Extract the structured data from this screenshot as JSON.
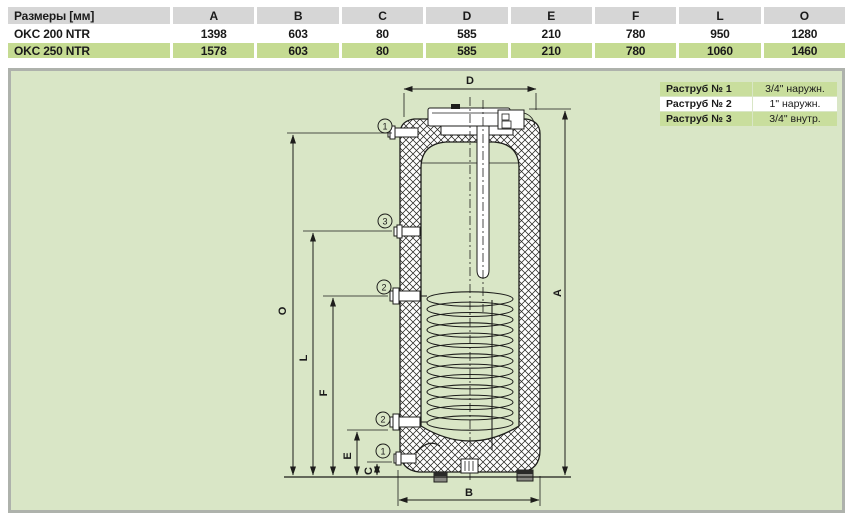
{
  "dimensions_table": {
    "title_cell": "Размеры [мм]",
    "header": [
      "A",
      "B",
      "C",
      "D",
      "E",
      "F",
      "L",
      "O"
    ],
    "rows": [
      {
        "model": "OKC 200 NTR",
        "values": [
          "1398",
          "603",
          "80",
          "585",
          "210",
          "780",
          "950",
          "1280"
        ]
      },
      {
        "model": "OKC 250 NTR",
        "values": [
          "1578",
          "603",
          "80",
          "585",
          "210",
          "780",
          "1060",
          "1460"
        ]
      }
    ]
  },
  "legend": {
    "rows": [
      {
        "label": "Раструб № 1",
        "value": "3/4\" наружн."
      },
      {
        "label": "Раструб № 2",
        "value": "1\" наружн."
      },
      {
        "label": "Раструб № 3",
        "value": "3/4\" внутр."
      }
    ]
  },
  "diagram": {
    "labels": {
      "A": "A",
      "B": "B",
      "C": "C",
      "D": "D",
      "E": "E",
      "F": "F",
      "L": "L",
      "O": "O"
    },
    "callouts": {
      "top_outlet": "1",
      "middle_sensor": "3",
      "coil_top": "2",
      "coil_bottom": "2",
      "bottom_inlet": "1"
    }
  },
  "colors": {
    "header_bg": "#d6d6d6",
    "row_highlight": "#c5db92",
    "legend_green": "#c9de9d",
    "panel_bg": "#d9e6c6",
    "panel_border": "#aeb2ac",
    "line": "#1d1d1b"
  }
}
